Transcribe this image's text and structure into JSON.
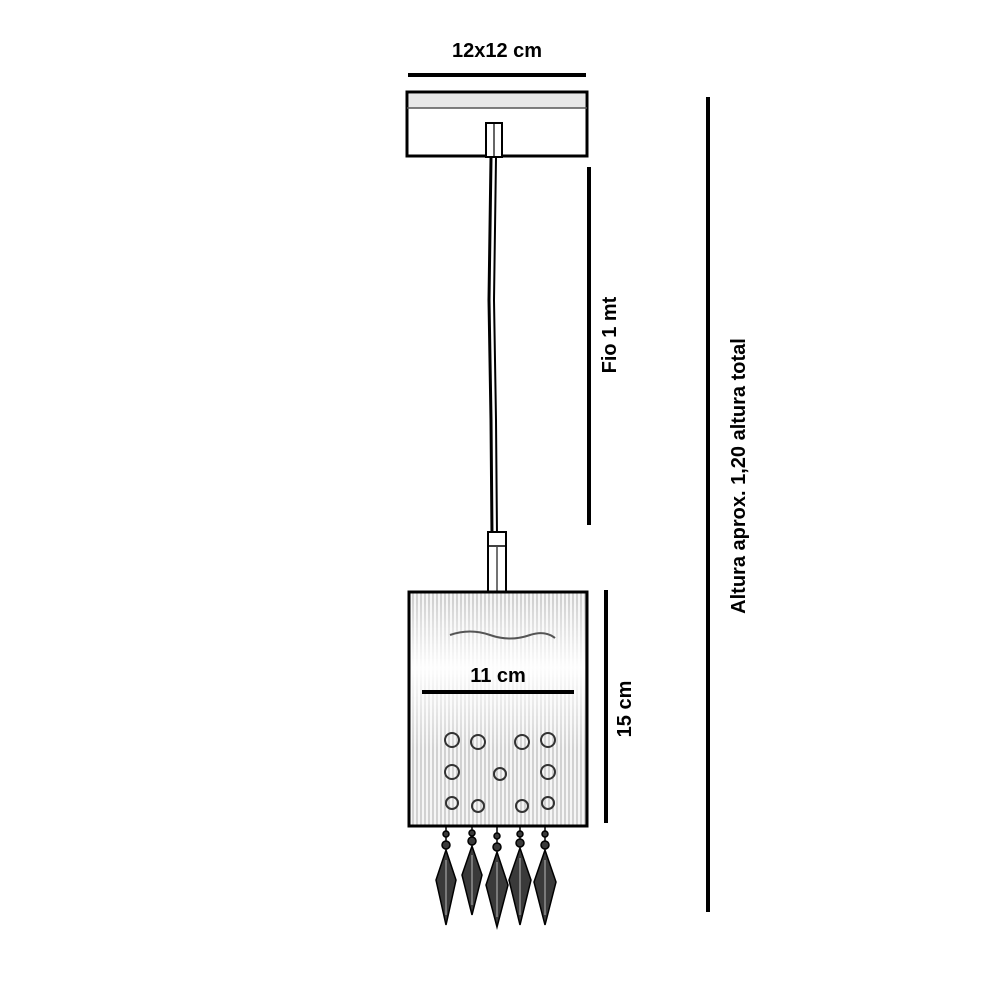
{
  "labels": {
    "canopy_width": "12x12 cm",
    "wire_length": "Fio 1 mt",
    "shade_width": "11 cm",
    "shade_height": "15 cm",
    "total_height": "Altura aprox. 1,20 altura total"
  },
  "colors": {
    "ink": "#000000",
    "shade_fill": "#f4f4f4",
    "canopy_fill": "#ffffff"
  }
}
